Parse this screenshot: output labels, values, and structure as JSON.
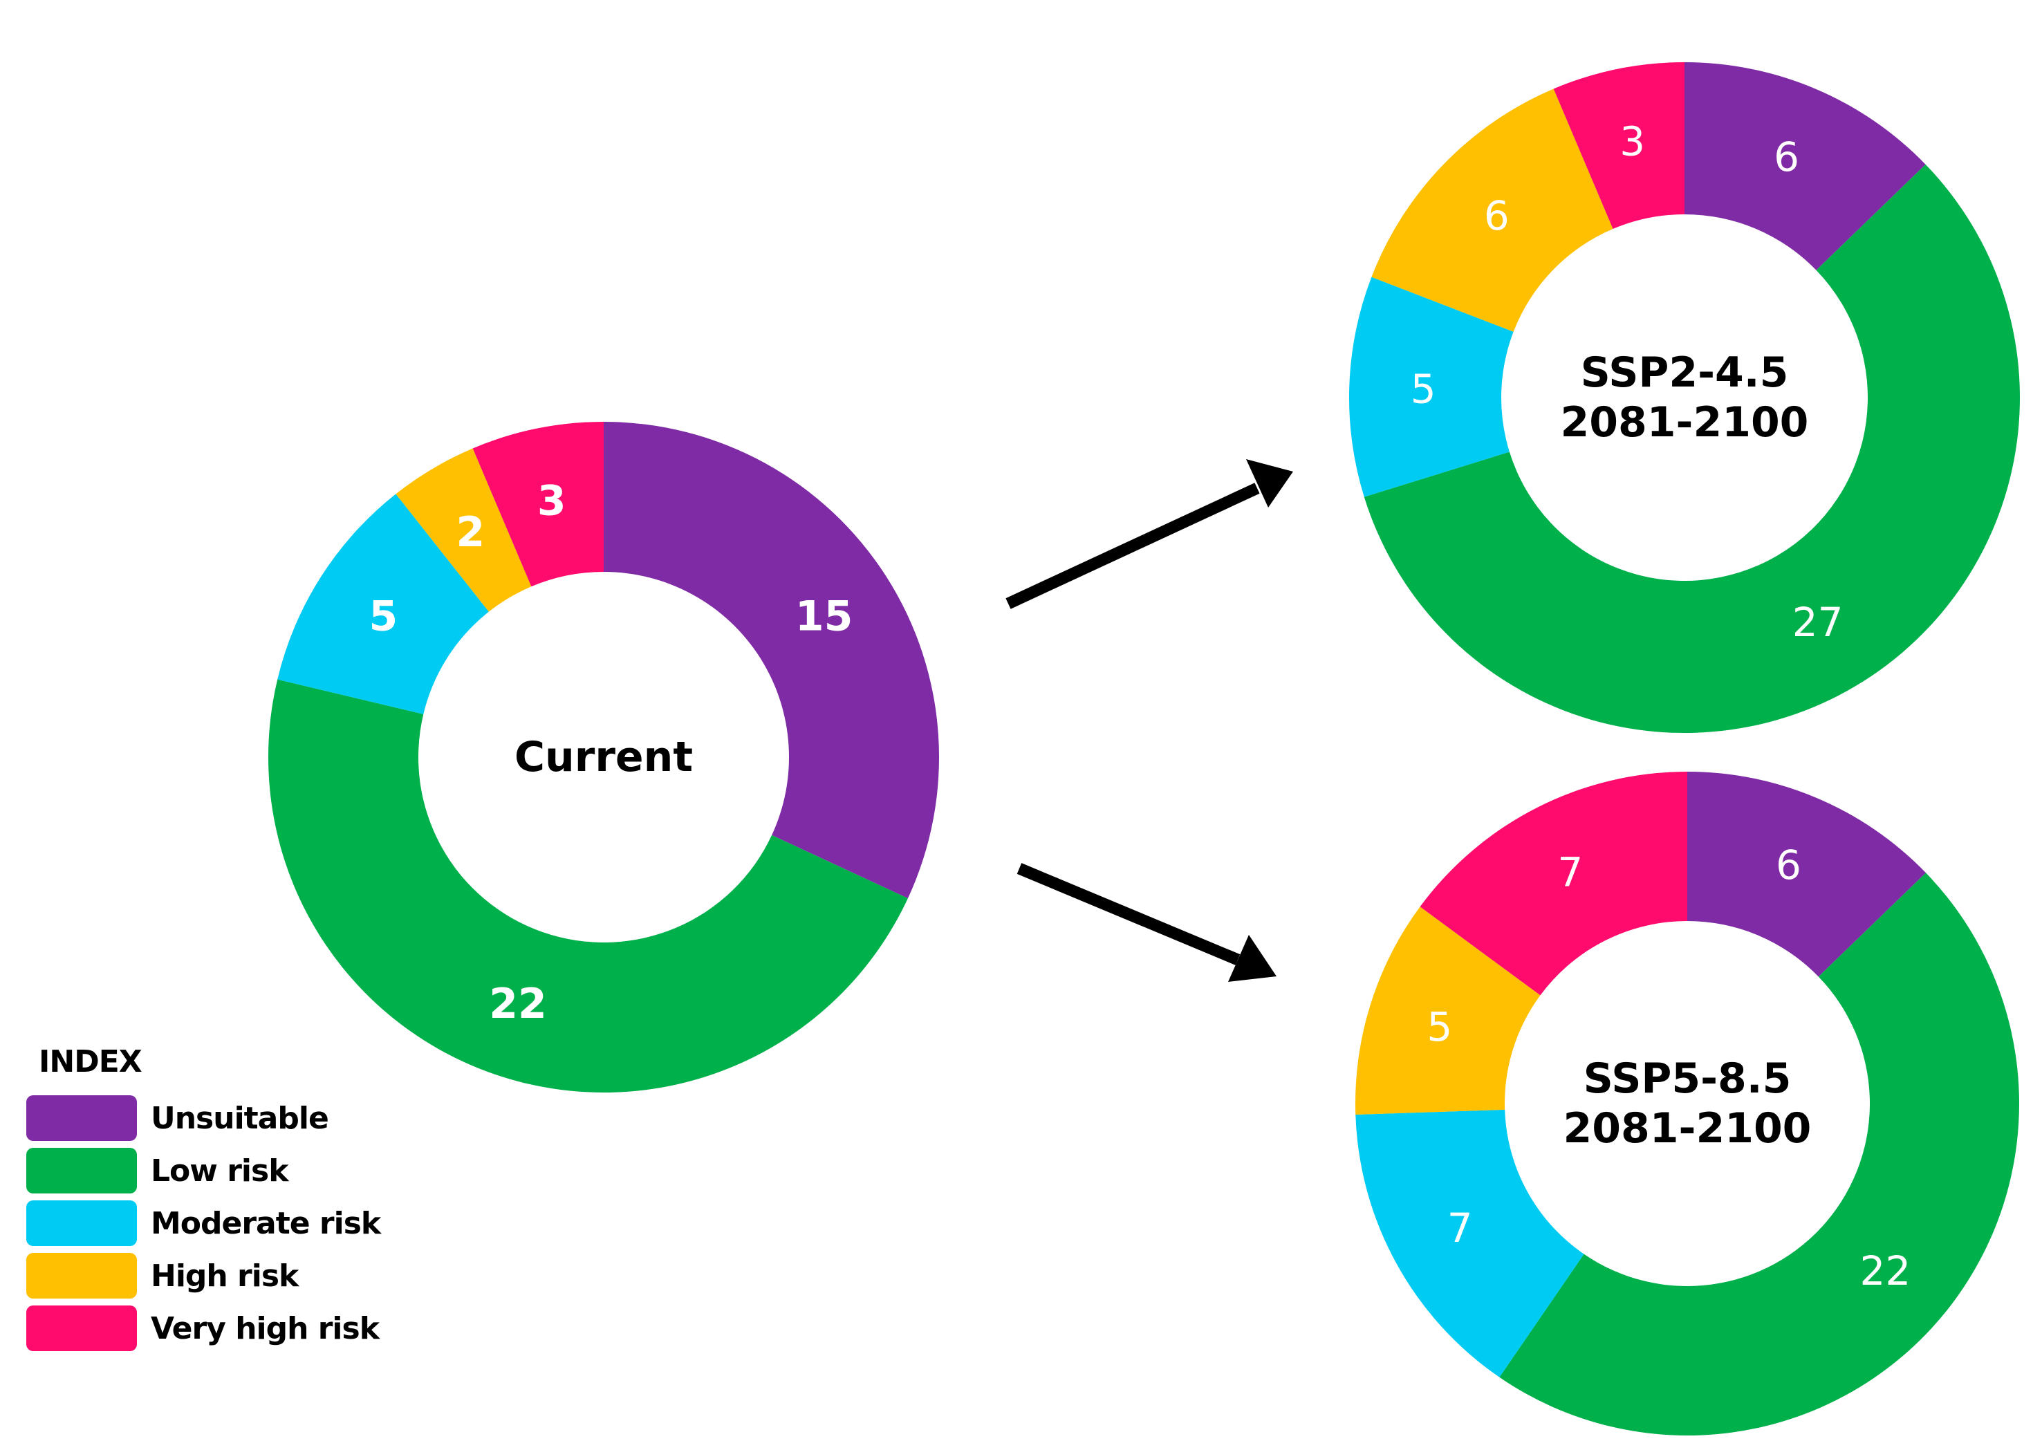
{
  "chart_data": [
    {
      "type": "pie",
      "center_label": [
        "Current"
      ],
      "categories": [
        "Unsuitable",
        "Low risk",
        "Moderate risk",
        "High risk",
        "Very high risk"
      ],
      "values": [
        15,
        22,
        5,
        2,
        3
      ],
      "label_weight": "bold"
    },
    {
      "type": "pie",
      "center_label": [
        "SSP2-4.5",
        "2081-2100"
      ],
      "categories": [
        "Unsuitable",
        "Low risk",
        "Moderate risk",
        "High risk",
        "Very high risk"
      ],
      "values": [
        6,
        27,
        5,
        6,
        3
      ],
      "label_weight": "normal"
    },
    {
      "type": "pie",
      "center_label": [
        "SSP5-8.5",
        "2081-2100"
      ],
      "categories": [
        "Unsuitable",
        "Low risk",
        "Moderate risk",
        "High risk",
        "Very high risk"
      ],
      "values": [
        6,
        22,
        7,
        5,
        7
      ],
      "label_weight": "normal"
    }
  ],
  "legend": {
    "title": "INDEX",
    "items": [
      {
        "label": "Unsuitable",
        "color": "#7f2ba5"
      },
      {
        "label": "Low risk",
        "color": "#00b04b"
      },
      {
        "label": "Moderate risk",
        "color": "#00cbf2"
      },
      {
        "label": "High risk",
        "color": "#fec000"
      },
      {
        "label": "Very high risk",
        "color": "#fe0b6d"
      }
    ]
  }
}
